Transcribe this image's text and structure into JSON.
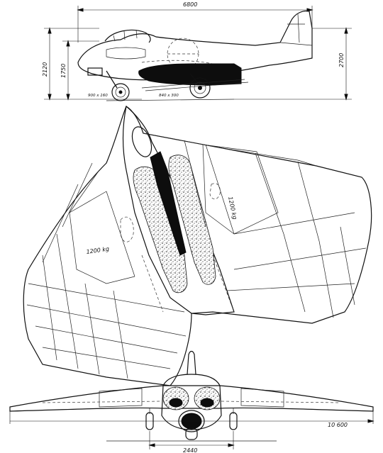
{
  "labels": {
    "length": "6800",
    "height_total": "2120",
    "height_fuselage": "1750",
    "height_tail": "2700",
    "wheel_main": "900 x 160",
    "wheel_secondary": "840 x 300",
    "payload_left": "1200 kg",
    "payload_right": "1200 kg",
    "span": "10 600",
    "track": "2440"
  },
  "colors": {
    "ink": "#111111",
    "paper": "#ffffff"
  }
}
